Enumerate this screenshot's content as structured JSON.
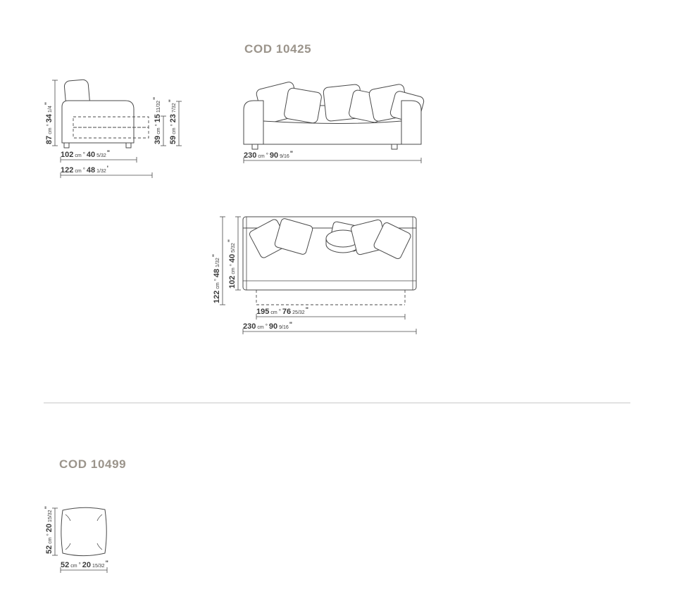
{
  "page": {
    "background": "#ffffff",
    "line_color": "#4a4a4a",
    "title_color": "#9b948b",
    "divider_color": "#c9c9c9",
    "text_color": "#3a3a3a"
  },
  "symbols": {
    "unit": "cm",
    "separator": "°"
  },
  "sections": {
    "sofa_bed": {
      "code": "COD 10425",
      "views": {
        "side": {
          "height": {
            "cm": "87",
            "in": "34",
            "fr": "1/4",
            "mk": "\""
          },
          "seat_height": {
            "cm": "39",
            "in": "15",
            "fr": "11/32",
            "mk": "\""
          },
          "arm_height": {
            "cm": "59",
            "in": "23",
            "fr": "7/32",
            "mk": "\""
          },
          "depth": {
            "cm": "102",
            "in": "40",
            "fr": "5/32",
            "mk": "\""
          },
          "depth_total": {
            "cm": "122",
            "in": "48",
            "fr": "1/32",
            "mk": "'"
          }
        },
        "front": {
          "width": {
            "cm": "230",
            "in": "90",
            "fr": "9/16",
            "mk": "\""
          }
        },
        "top": {
          "depth_total": {
            "cm": "122",
            "in": "48",
            "fr": "1/32",
            "mk": "\""
          },
          "depth": {
            "cm": "102",
            "in": "40",
            "fr": "5/32",
            "mk": "\""
          },
          "bed_width": {
            "cm": "195",
            "in": "76",
            "fr": "25/32",
            "mk": "\""
          },
          "width": {
            "cm": "230",
            "in": "90",
            "fr": "9/16",
            "mk": "\""
          }
        }
      }
    },
    "cushion": {
      "code": "COD 10499",
      "views": {
        "front": {
          "height": {
            "cm": "52",
            "in": "20",
            "fr": "15/32",
            "mk": "\""
          },
          "width": {
            "cm": "52",
            "in": "20",
            "fr": "15/32",
            "mk": "\""
          }
        }
      }
    }
  }
}
